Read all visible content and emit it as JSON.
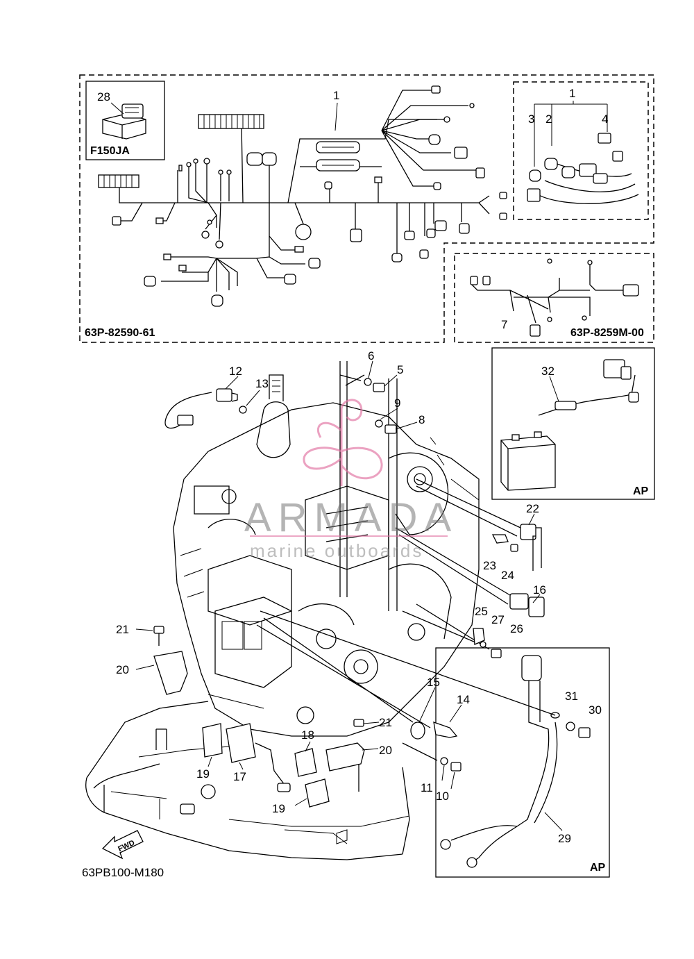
{
  "part_codes": {
    "harness_main": "63P-82590-61",
    "harness_sub": "63P-8259M-00",
    "illustration": "63PB100-M180"
  },
  "box_labels": {
    "model": "F150JA",
    "ap_battery": "AP",
    "ap_cable": "AP"
  },
  "callouts": {
    "c1": "1",
    "c1b": "1",
    "c2": "2",
    "c3": "3",
    "c4": "4",
    "c5": "5",
    "c6": "6",
    "c7": "7",
    "c8": "8",
    "c9": "9",
    "c10": "10",
    "c11": "11",
    "c12": "12",
    "c13": "13",
    "c14": "14",
    "c15": "15",
    "c16": "16",
    "c17": "17",
    "c18": "18",
    "c19a": "19",
    "c19b": "19",
    "c20a": "20",
    "c20b": "20",
    "c21a": "21",
    "c21b": "21",
    "c22": "22",
    "c23": "23",
    "c24": "24",
    "c25": "25",
    "c26": "26",
    "c27": "27",
    "c28": "28",
    "c29": "29",
    "c30": "30",
    "c31": "31",
    "c32": "32"
  },
  "direction_label": "FWD",
  "watermark": {
    "title": "ARMADA",
    "subtitle": "marine outboards"
  }
}
